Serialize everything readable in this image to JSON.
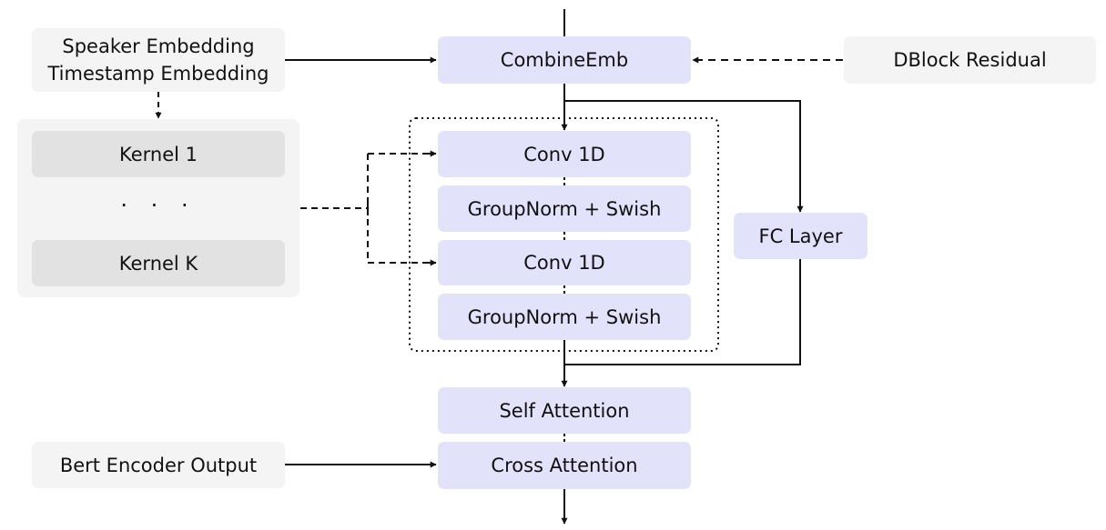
{
  "nodes": {
    "speaker_embedding": "Speaker Embedding",
    "timestamp_embedding": "Timestamp Embedding",
    "combine_emb": "CombineEmb",
    "dblock_residual": "DBlock Residual",
    "kernel_1": "Kernel 1",
    "kernel_ellipsis": "· · ·",
    "kernel_k": "Kernel K",
    "conv1d_a": "Conv 1D",
    "groupnorm_swish_a": "GroupNorm + Swish",
    "conv1d_b": "Conv 1D",
    "groupnorm_swish_b": "GroupNorm + Swish",
    "fc_layer": "FC Layer",
    "self_attention": "Self Attention",
    "bert_encoder_output": "Bert Encoder Output",
    "cross_attention": "Cross Attention"
  },
  "edges": [
    {
      "from": "input",
      "to": "combine_emb",
      "style": "solid"
    },
    {
      "from": "embeddings",
      "to": "combine_emb",
      "style": "solid"
    },
    {
      "from": "dblock_residual",
      "to": "combine_emb",
      "style": "dashed"
    },
    {
      "from": "embeddings",
      "to": "kernels",
      "style": "dashed"
    },
    {
      "from": "combine_emb",
      "to": "conv1d_a",
      "style": "solid"
    },
    {
      "from": "combine_emb",
      "to": "fc_layer",
      "style": "solid"
    },
    {
      "from": "kernels",
      "to": "conv1d_a",
      "style": "dashed"
    },
    {
      "from": "kernels",
      "to": "conv1d_b",
      "style": "dashed"
    },
    {
      "from": "groupnorm_swish_b",
      "to": "self_attention",
      "style": "solid"
    },
    {
      "from": "fc_layer",
      "to": "self_attention",
      "style": "solid"
    },
    {
      "from": "bert_encoder_output",
      "to": "cross_attention",
      "style": "solid"
    },
    {
      "from": "cross_attention",
      "to": "output",
      "style": "solid"
    }
  ],
  "colors": {
    "block": "#e2e2fb",
    "input_box": "#f4f4f4",
    "kernel_box": "#e2e2e2",
    "line": "#111111"
  }
}
